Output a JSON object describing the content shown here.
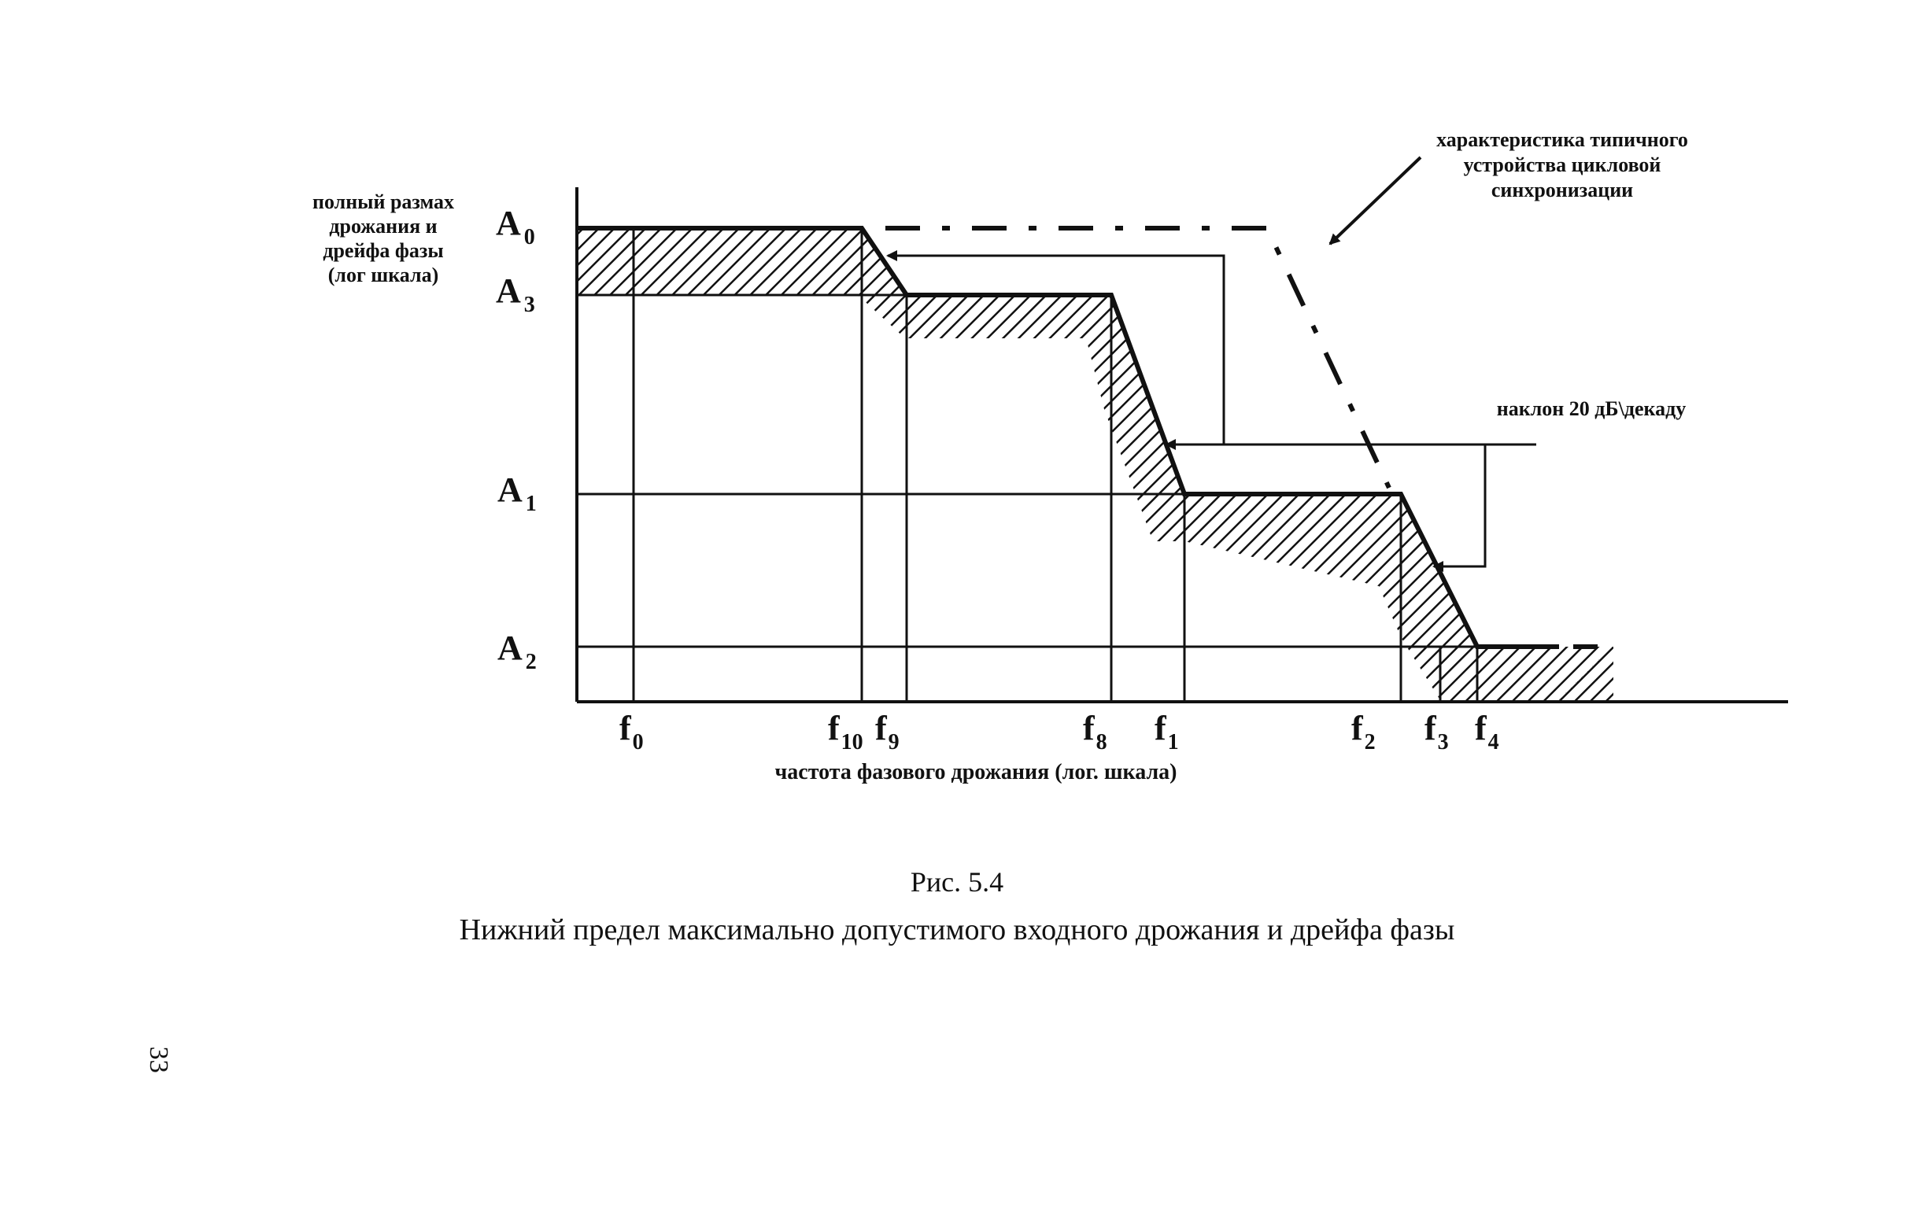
{
  "diagram": {
    "y_axis_label": [
      "полный размах",
      "дрожания и",
      "дрейфа фазы",
      "(лог шкала)"
    ],
    "x_axis_label": "частота фазового дрожания (лог. шкала)",
    "amplitude_labels": [
      {
        "base": "A",
        "sub": "0"
      },
      {
        "base": "A",
        "sub": "3"
      },
      {
        "base": "A",
        "sub": "1"
      },
      {
        "base": "A",
        "sub": "2"
      }
    ],
    "frequency_labels": [
      {
        "base": "f",
        "sub": "0"
      },
      {
        "base": "f",
        "sub": "10"
      },
      {
        "base": "f",
        "sub": "9"
      },
      {
        "base": "f",
        "sub": "8"
      },
      {
        "base": "f",
        "sub": "1"
      },
      {
        "base": "f",
        "sub": "2"
      },
      {
        "base": "f",
        "sub": "3"
      },
      {
        "base": "f",
        "sub": "4"
      }
    ],
    "annotation_typical": [
      "характеристика типичного",
      "устройства цикловой",
      "синхронизации"
    ],
    "annotation_slope": "наклон 20 дБ\\декаду",
    "line_color": "#111111"
  },
  "figure_number": "Рис. 5.4",
  "figure_title": "Нижний предел максимально допустимого входного дрожания и дрейфа фазы",
  "page_number": "33"
}
